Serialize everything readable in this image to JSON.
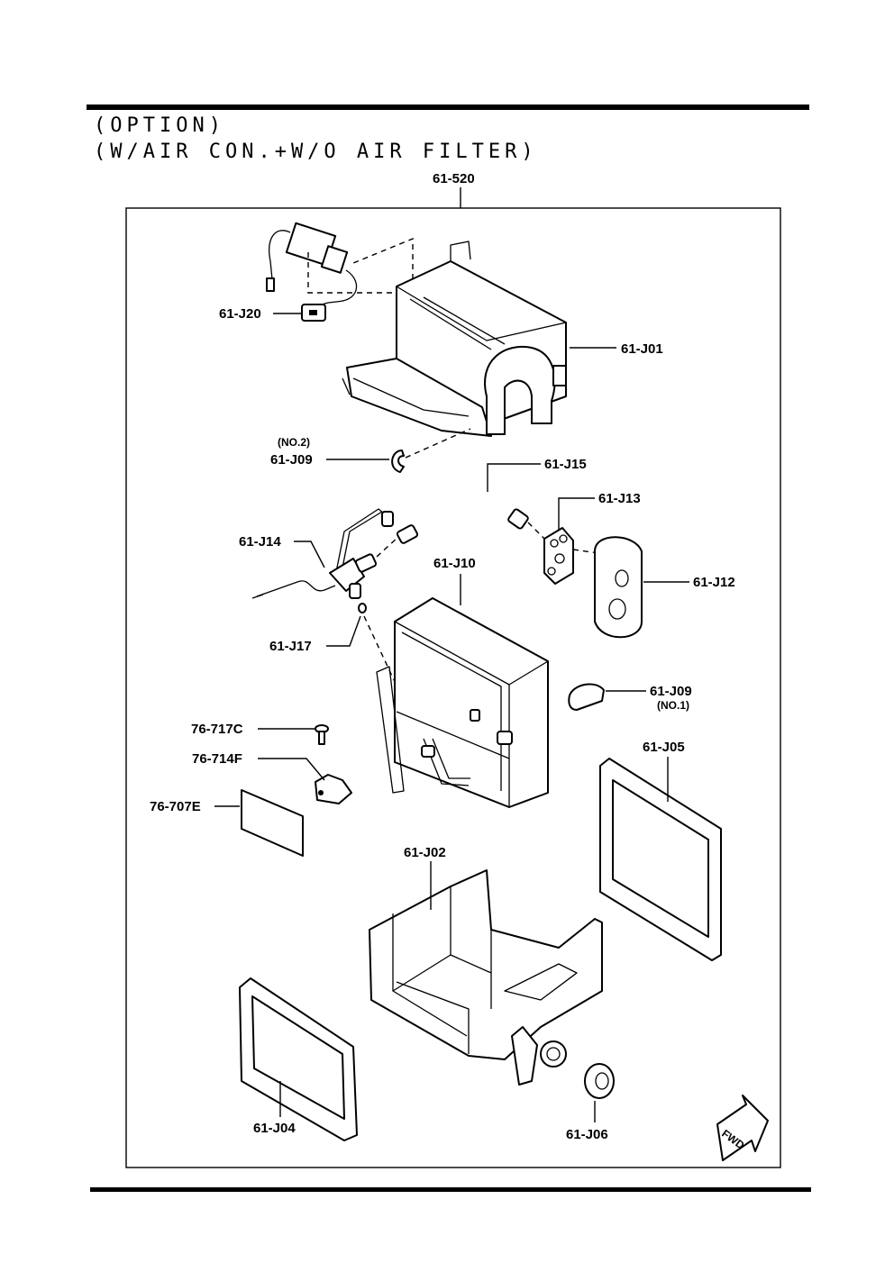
{
  "header": {
    "line1": "(OPTION)",
    "line2": "(W/AIR CON.+W/O AIR FILTER)"
  },
  "assembly_label": "61-520",
  "callouts": {
    "j20": "61-J20",
    "j01": "61-J01",
    "j09_no2_note": "(NO.2)",
    "j09_no2": "61-J09",
    "j15": "61-J15",
    "j13": "61-J13",
    "j14": "61-J14",
    "j10": "61-J10",
    "j12": "61-J12",
    "j17": "61-J17",
    "j09_no1": "61-J09",
    "j09_no1_note": "(NO.1)",
    "c717": "76-717C",
    "c714": "76-714F",
    "c707": "76-707E",
    "j05": "61-J05",
    "j02": "61-J02",
    "j04": "61-J04",
    "j06": "61-J06"
  },
  "fwd_label": "FWD"
}
